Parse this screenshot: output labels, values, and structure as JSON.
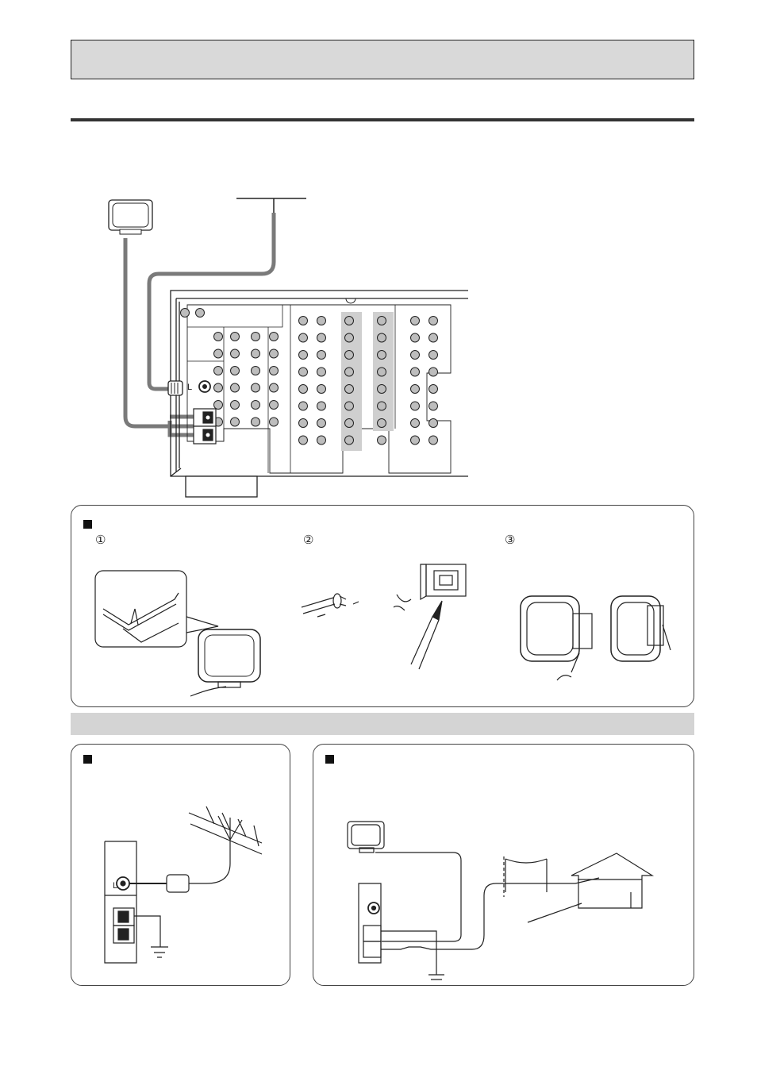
{
  "header": {
    "title": ""
  },
  "steps": [
    "①",
    "②",
    "③"
  ],
  "ground_symbol": "⏚",
  "connector_label": "L",
  "colors": {
    "cable": "#7a7a7a",
    "header_fill": "#d9d9d9",
    "section_fill": "#d4d4d4",
    "jack_fill": "#bdbdbd"
  }
}
